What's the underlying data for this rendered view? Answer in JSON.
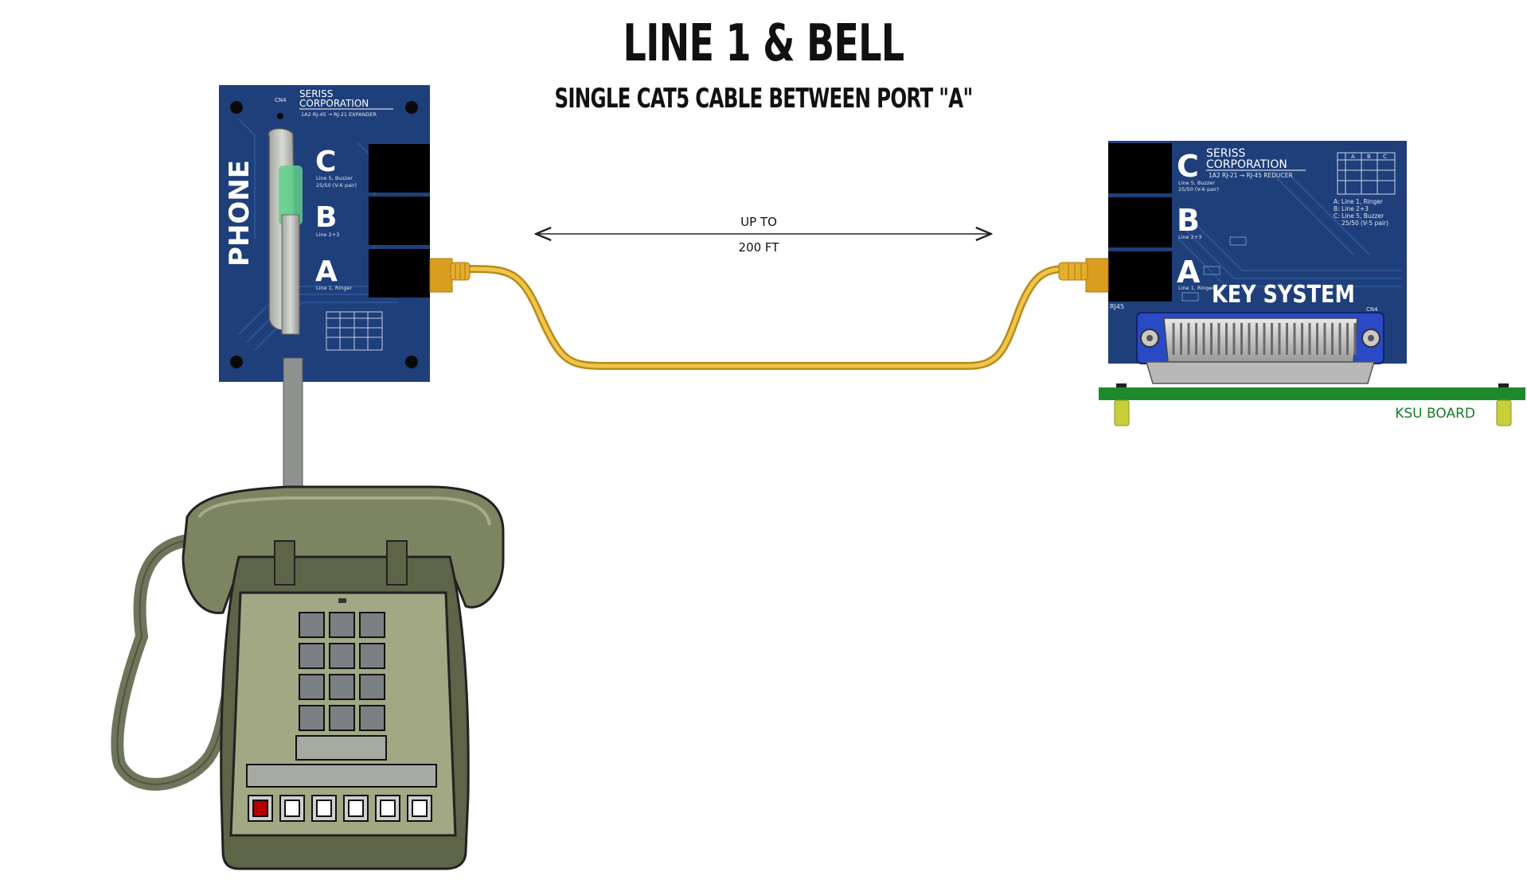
{
  "title": "LINE 1 & BELL",
  "subtitle": "SINGLE CAT5 CABLE BETWEEN PORT \"A\"",
  "distance": {
    "line1": "UP TO",
    "line2": "200 FT"
  },
  "expander": {
    "vendor1": "SERISS",
    "vendor2": "CORPORATION",
    "model": "1A2 RJ-45 → RJ-21 EXPANDER",
    "side_label": "PHONE",
    "cn_label": "CN4",
    "ports": [
      {
        "letter": "C",
        "desc1": "Line 5, Buzzer",
        "desc2": "25/50 (V-6 pair)"
      },
      {
        "letter": "B",
        "desc1": "Line 2+3",
        "desc2": ""
      },
      {
        "letter": "A",
        "desc1": "Line 1, Ringer",
        "desc2": ""
      }
    ]
  },
  "reducer": {
    "vendor1": "SERISS",
    "vendor2": "CORPORATION",
    "model": "1A2 RJ-21 → RJ-45 REDUCER",
    "system_label": "KEY SYSTEM",
    "rj45_label": "RJ45",
    "cn_label": "CN4",
    "ports": [
      {
        "letter": "C",
        "desc1": "Line 5, Buzzer",
        "desc2": "25/50 (V-6 pair)"
      },
      {
        "letter": "B",
        "desc1": "Line 2+3",
        "desc2": ""
      },
      {
        "letter": "A",
        "desc1": "Line 1, Ringer",
        "desc2": ""
      }
    ],
    "legend": [
      "A: Line 1, Ringer",
      "B: Line 2+3",
      "C: Line 5, Buzzer",
      "25/50 (V-5 pair)"
    ],
    "table_header": [
      "A",
      "B",
      "C"
    ]
  },
  "ksu_label": "KSU BOARD",
  "colors": {
    "board_blue": "#1f3f7a",
    "trace_blue": "#2c5596",
    "cable_yellow": "#e0b12e",
    "ksu_green": "#1c8a2c",
    "ksu_text": "#1a7a2a",
    "phone_olive": "#7d8462",
    "phone_dark": "#5e6448"
  }
}
